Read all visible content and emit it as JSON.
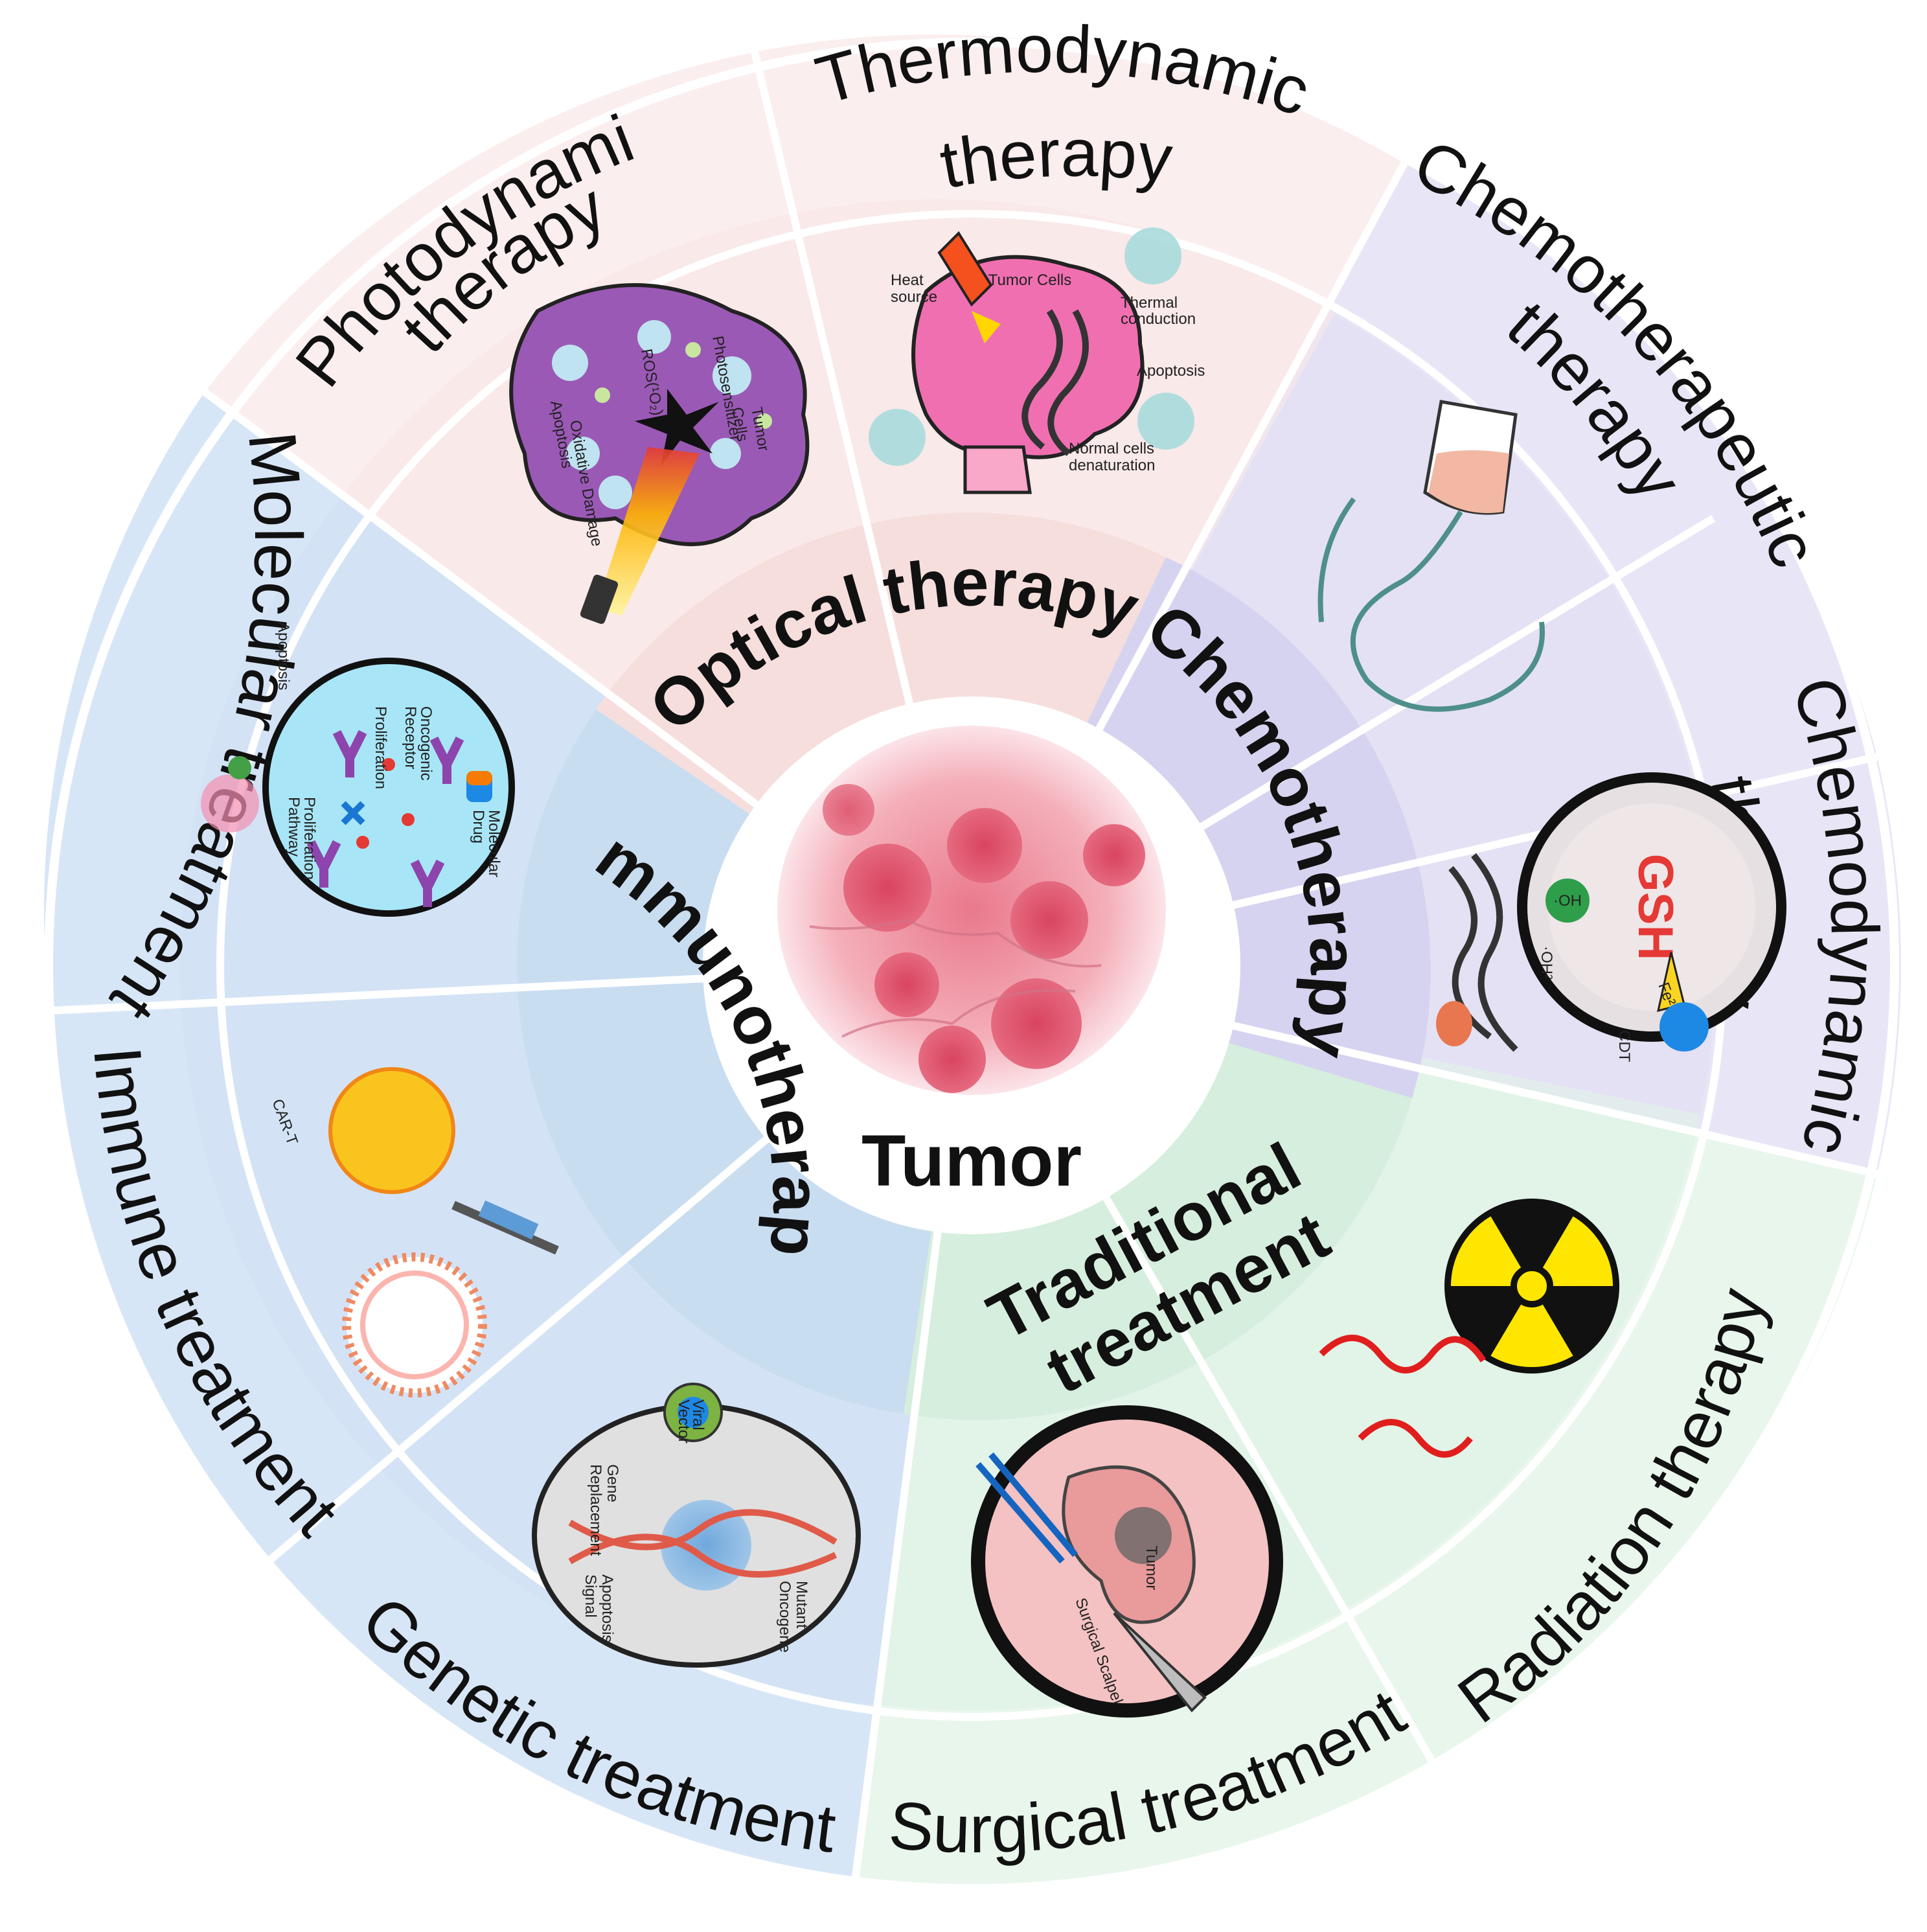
{
  "center": {
    "label": "Tumor"
  },
  "categories": [
    {
      "key": "optical",
      "label": "Optical therapy",
      "color": "#f6dedd",
      "ring_color": "#fbeeee"
    },
    {
      "key": "chemotherapy",
      "label": "Chemotherapy",
      "color": "#d6d3f1",
      "ring_color": "#e8e6f6"
    },
    {
      "key": "traditional",
      "label_lines": [
        "Traditional",
        "treatment"
      ],
      "color": "#d6eedd",
      "ring_color": "#e9f6ec"
    },
    {
      "key": "immunotherapy",
      "label": "Immunotherapy",
      "color": "#c9ddf1",
      "ring_color": "#d7e6f7"
    }
  ],
  "treatments": {
    "photodynamic": {
      "lines": [
        "Photodynamic",
        "therapy"
      ]
    },
    "thermodynamic": {
      "lines": [
        "Thermodynamic",
        "therapy"
      ]
    },
    "chemotherapeutic": {
      "lines": [
        "Chemotherapeutic",
        "therapy"
      ]
    },
    "chemodynamic": {
      "lines": [
        "Chemodynamic",
        "therapy"
      ]
    },
    "radiation": {
      "label": "Radiation therapy"
    },
    "surgical": {
      "label": "Surgical treatment"
    },
    "genetic": {
      "label": "Genetic treatment"
    },
    "immune": {
      "label": "Immune treatment"
    },
    "molecular": {
      "label": "Molecular treatment"
    }
  },
  "illustration_labels": {
    "pdt": {
      "tumor_cells": [
        "Tumor",
        "Cells"
      ],
      "photosensitizer": "Photosensitizer",
      "ros": "ROS(¹O₂)",
      "oxidative": "Oxidative Damage",
      "apoptosis": "Apoptosis"
    },
    "tdt": {
      "tumor_cells": "Tumor Cells",
      "heat_source": [
        "Heat",
        "source"
      ],
      "thermal": [
        "Thermal",
        "conduction"
      ],
      "apoptosis": "Apoptosis",
      "normal_cells": [
        "Normal cells",
        "denaturation"
      ]
    },
    "cdt": {
      "gsh": "GSH",
      "oh": "·OH",
      "oh2": "·OH²",
      "fe": "Fe²⁺",
      "cdt": "CDT"
    },
    "surgery": {
      "tumor": "Tumor",
      "scalpel": "Surgical Scalpel"
    },
    "genetic": {
      "viral_vector": [
        "Viral",
        "Vector"
      ],
      "gene_replacement": [
        "Gene",
        "Replacement"
      ],
      "apoptosis_signal": [
        "Apoptosis",
        "Signal"
      ],
      "mutant_oncogene": [
        "Mutant",
        "Oncogene"
      ]
    },
    "immune": {
      "cart": "CAR-T"
    },
    "molecular": {
      "apoptosis": "Apoptosis",
      "proliferation": "Proliferation",
      "oncogenic_receptor": [
        "Oncogenic",
        "Receptor"
      ],
      "molecular_drug": [
        "Molecular",
        "Drug"
      ],
      "proliferation_pathway": [
        "Proliferation",
        "Pathway"
      ]
    }
  }
}
